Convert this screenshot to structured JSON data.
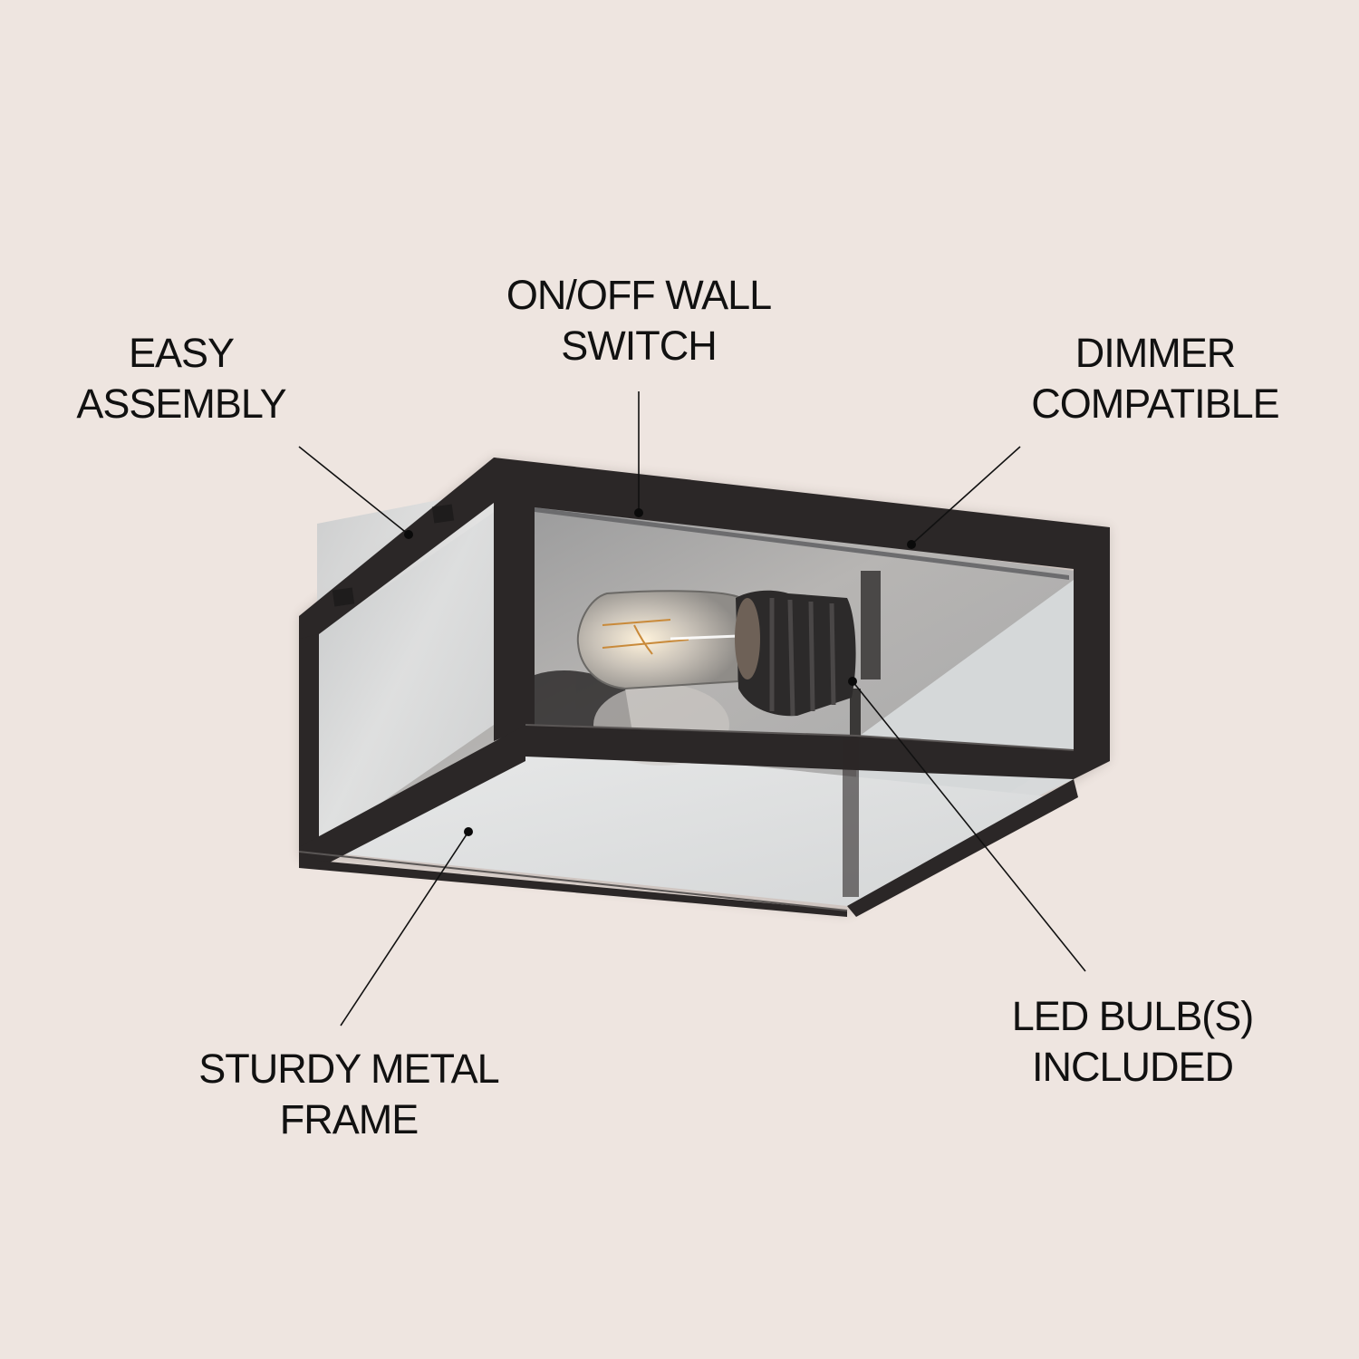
{
  "background_color": "#EEE5E0",
  "product": {
    "type": "flush-mount ceiling light",
    "frame_color": "#2B2727",
    "glass_color": "#D9DCDD",
    "bulb": "clear tubular filament bulb"
  },
  "callouts": [
    {
      "id": "easy-assembly",
      "lines": [
        "EASY",
        "ASSEMBLY"
      ]
    },
    {
      "id": "wall-switch",
      "lines": [
        "ON/OFF WALL",
        "SWITCH"
      ]
    },
    {
      "id": "dimmer",
      "lines": [
        "DIMMER",
        "COMPATIBLE"
      ]
    },
    {
      "id": "led-bulbs",
      "lines": [
        "LED BULB(S)",
        "INCLUDED"
      ]
    },
    {
      "id": "metal-frame",
      "lines": [
        "STURDY METAL",
        "FRAME"
      ]
    }
  ]
}
